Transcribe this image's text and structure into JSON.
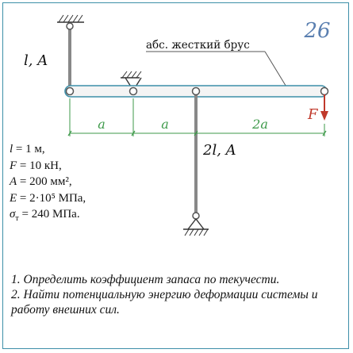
{
  "problem_number": "26",
  "beam_label": "абс. жесткий брус",
  "left_rod_label": "l, A",
  "center_rod_label": "2l, A",
  "force_label": "F",
  "dimensions": [
    "a",
    "a",
    "2a"
  ],
  "colors": {
    "accent_teal": "#3d8fa8",
    "problem_number": "#5a7fb0",
    "dimension_green": "#3e9a4a",
    "force_red": "#c0392b",
    "beam_fill": "#f4f4f4",
    "rod": "#888888",
    "support": "#333333"
  },
  "params": [
    {
      "sym": "l",
      "sub": "",
      "sup": "",
      "eq": " = 1 м,"
    },
    {
      "sym": "F",
      "sub": "",
      "sup": "",
      "eq": " = 10 кН,"
    },
    {
      "sym": "A",
      "sub": "",
      "sup": "",
      "eq": " = 200 мм², "
    },
    {
      "sym": "E",
      "sub": "",
      "sup": "",
      "eq": " = 2·10⁵ МПа,"
    },
    {
      "sym": "σ",
      "sub": "т",
      "sup": "",
      "eq": " = 240 МПа."
    }
  ],
  "tasks": [
    "1. Определить коэффициент запаса по текучести.",
    "2. Найти потенциальную энергию деформации системы и работу внешних сил."
  ]
}
